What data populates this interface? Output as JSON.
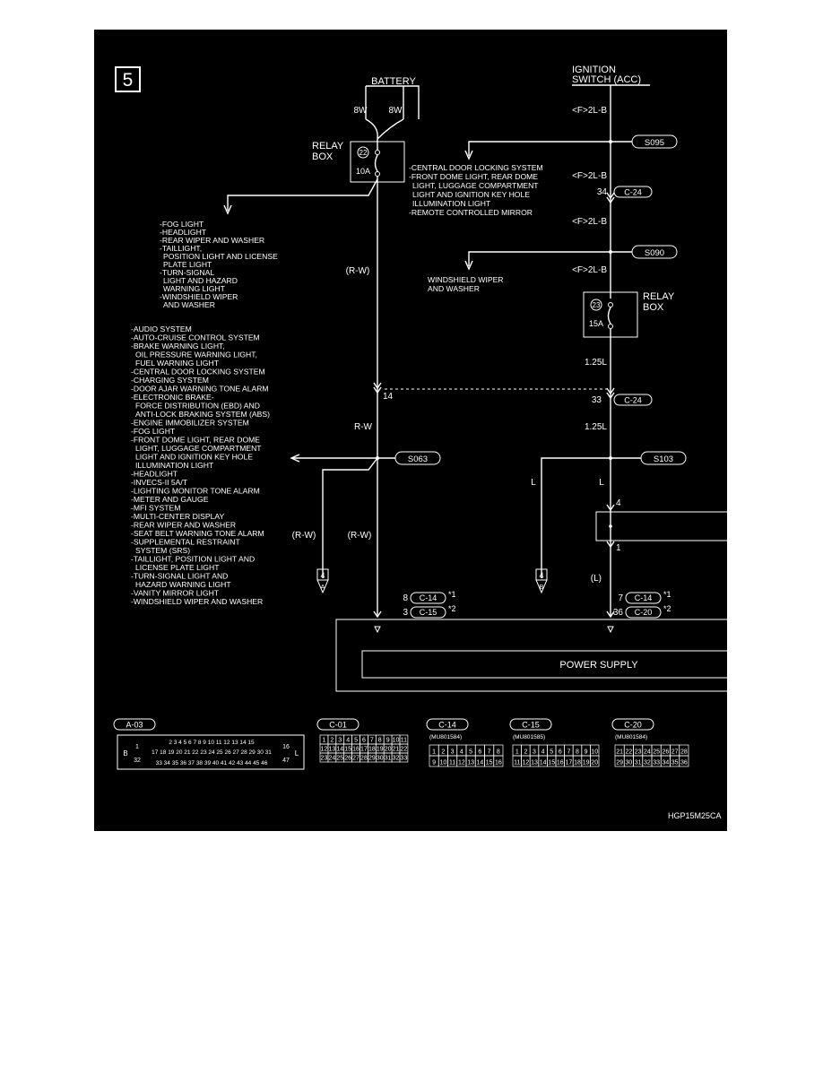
{
  "page_number": "5",
  "battery": {
    "label": "BATTERY",
    "wire_left": "8W",
    "wire_right": "8W"
  },
  "ignition": {
    "label_line1": "IGNITION",
    "label_line2": "SWITCH (ACC)"
  },
  "relay_box_left": {
    "label_line1": "RELAY",
    "label_line2": "BOX",
    "fuse_number": "22",
    "fuse_rating": "10A",
    "feeds": [
      "-CENTRAL DOOR LOCKING SYSTEM",
      "-FRONT DOME LIGHT, REAR DOME",
      "LIGHT, LUGGAGE COMPARTMENT",
      "LIGHT AND IGNITION KEY HOLE",
      "ILLUMINATION LIGHT",
      "-REMOTE CONTROLLED MIRROR"
    ]
  },
  "relay_box_right": {
    "label_line1": "RELAY",
    "label_line2": "BOX",
    "fuse_number": "23",
    "fuse_rating": "15A"
  },
  "splices": {
    "s095": "S095",
    "s090": "S090",
    "s063": "S063",
    "s103": "S103"
  },
  "wire_labels": {
    "f2lb_1": "<F>2L-B",
    "f2lb_2": "<F>2L-B",
    "f2lb_3": "<F>2L-B",
    "f2lb_4": "<F>2L-B",
    "rw_paren_upper": "(R-W)",
    "rw_mid": "R-W",
    "rw_paren_left": "(R-W)",
    "rw_paren_center": "(R-W)",
    "l125_1": "1.25L",
    "l125_2": "1.25L",
    "l_left": "L",
    "l_right": "L",
    "l_paren": "(L)"
  },
  "connectors": {
    "c24_pin34": "34",
    "c24_a": "C-24",
    "c24_pin33": "33",
    "c24_b": "C-24",
    "pin14": "14",
    "c14_pin8": "8",
    "c14_a": "C-14",
    "star1_a": "*1",
    "c15_pin3": "3",
    "c15_a": "C-15",
    "star2_a": "*2",
    "c14_pin7": "7",
    "c14_b": "C-14",
    "star1_b": "*1",
    "c20_pin36": "36",
    "c20_a": "C-20",
    "star2_b": "*2",
    "pin4": "4",
    "pin1": "1"
  },
  "arrow_tags": {
    "left_num": "4",
    "left_letter": "A",
    "right_num": "4",
    "right_letter": "B"
  },
  "fog_list": [
    "-FOG LIGHT",
    "-HEADLIGHT",
    "-REAR WIPER AND WASHER",
    "-TAILLIGHT,",
    "POSITION LIGHT AND LICENSE",
    "PLATE LIGHT",
    "-TURN-SIGNAL",
    "LIGHT AND HAZARD",
    "WARNING LIGHT",
    "-WINDSHIELD WIPER",
    "AND WASHER"
  ],
  "wiper_list": [
    "WINDSHIELD WIPER",
    "AND WASHER"
  ],
  "audio_list": [
    "-AUDIO SYSTEM",
    "-AUTO-CRUISE CONTROL SYSTEM",
    "-BRAKE WARNING LIGHT,",
    "OIL PRESSURE WARNING LIGHT,",
    "FUEL WARNING LIGHT",
    "-CENTRAL DOOR LOCKING SYSTEM",
    "-CHARGING SYSTEM",
    "-DOOR AJAR WARNING TONE ALARM",
    "-ELECTRONIC BRAKE-",
    "FORCE DISTRIBUTION (EBD) AND",
    "ANTI-LOCK BRAKING SYSTEM (ABS)",
    "-ENGINE IMMOBILIZER SYSTEM",
    "-FOG LIGHT",
    "-FRONT DOME LIGHT, REAR DOME",
    "LIGHT, LUGGAGE COMPARTMENT",
    "LIGHT AND IGNITION KEY HOLE",
    "ILLUMINATION LIGHT",
    "-HEADLIGHT",
    "-INVECS-II 5A/T",
    "-LIGHTING MONITOR TONE ALARM",
    "-METER AND GAUGE",
    "-MFI SYSTEM",
    "-MULTI-CENTER DISPLAY",
    "-REAR WIPER AND WASHER",
    "-SEAT BELT WARNING TONE ALARM",
    "-SUPPLEMENTAL RESTRAINT",
    "SYSTEM (SRS)",
    "-TAILLIGHT, POSITION LIGHT AND",
    "LICENSE PLATE LIGHT",
    "-TURN-SIGNAL LIGHT AND",
    "HAZARD WARNING LIGHT",
    "-VANITY MIRROR LIGHT",
    "-WINDSHIELD WIPER AND WASHER"
  ],
  "power_supply": "POWER SUPPLY",
  "connector_views": {
    "a03": {
      "label": "A-03",
      "side_left": "B",
      "side_right": "L",
      "pin_a": "1",
      "pin_b": "32",
      "pin_c": "16",
      "pin_d": "47",
      "row1": "2 3 4 5 6 7 8 9 10 11 12 13 14 15",
      "row2": "17 18 19 20 21 22 23 24 25 26 27 28 29 30 31",
      "row3": "33 34 35 36 37 38 39 40 41 42 43 44 45 46"
    },
    "c01": {
      "label": "C-01",
      "row1": [
        "1",
        "2",
        "3",
        "4",
        "5",
        "6",
        "7",
        "8",
        "9",
        "10",
        "11"
      ],
      "row2": [
        "12",
        "13",
        "14",
        "15",
        "16",
        "17",
        "18",
        "19",
        "20",
        "21",
        "22"
      ],
      "row3": [
        "23",
        "24",
        "25",
        "26",
        "27",
        "28",
        "29",
        "30",
        "31",
        "32",
        "33"
      ]
    },
    "c14": {
      "label": "C-14",
      "part": "(MU801584)",
      "row1": [
        "1",
        "2",
        "3",
        "4",
        "5",
        "6",
        "7",
        "8"
      ],
      "row2": [
        "9",
        "10",
        "11",
        "12",
        "13",
        "14",
        "15",
        "16"
      ]
    },
    "c15": {
      "label": "C-15",
      "part": "(MU801585)",
      "row1": [
        "1",
        "2",
        "3",
        "4",
        "5",
        "6",
        "7",
        "8",
        "9",
        "10"
      ],
      "row2": [
        "11",
        "12",
        "13",
        "14",
        "15",
        "16",
        "17",
        "18",
        "19",
        "20"
      ]
    },
    "c20": {
      "label": "C-20",
      "part": "(MU801584)",
      "row1": [
        "21",
        "22",
        "23",
        "24",
        "25",
        "26",
        "27",
        "28"
      ],
      "row2": [
        "29",
        "30",
        "31",
        "32",
        "33",
        "34",
        "35",
        "36"
      ]
    }
  },
  "figure_code": "HGP15M25CA"
}
